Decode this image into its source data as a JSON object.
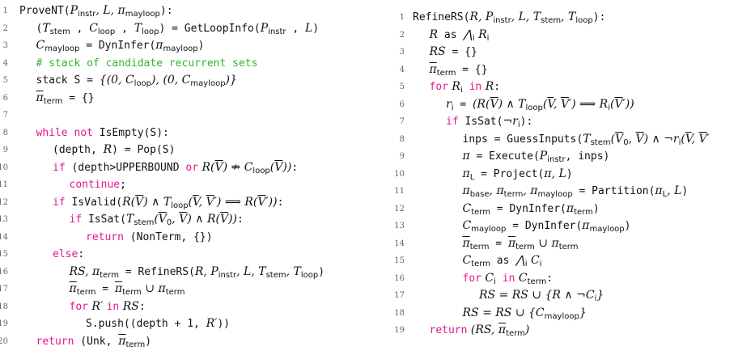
{
  "left": {
    "lines": [
      {
        "n": "1",
        "indent": 0,
        "seg": [
          [
            "t",
            "ProveNT("
          ],
          [
            "m",
            "P"
          ],
          [
            "s",
            "instr"
          ],
          [
            "m",
            ", L, π"
          ],
          [
            "s",
            "mayloop"
          ],
          [
            "t",
            "):"
          ]
        ]
      },
      {
        "n": "2",
        "indent": 1,
        "seg": [
          [
            "t",
            "("
          ],
          [
            "m",
            "T"
          ],
          [
            "s",
            "stem"
          ],
          [
            "t",
            " , "
          ],
          [
            "m",
            "C"
          ],
          [
            "s",
            "loop"
          ],
          [
            "t",
            " , "
          ],
          [
            "m",
            "T"
          ],
          [
            "s",
            "loop"
          ],
          [
            "t",
            ") = GetLoopInfo("
          ],
          [
            "m",
            "P"
          ],
          [
            "s",
            "instr"
          ],
          [
            "t",
            " , "
          ],
          [
            "m",
            "L"
          ],
          [
            "t",
            ")"
          ]
        ]
      },
      {
        "n": "3",
        "indent": 1,
        "seg": [
          [
            "m",
            "C"
          ],
          [
            "s",
            "mayloop"
          ],
          [
            "t",
            " = DynInfer("
          ],
          [
            "m",
            "π"
          ],
          [
            "s",
            "mayloop"
          ],
          [
            "t",
            ")"
          ]
        ]
      },
      {
        "n": "4",
        "indent": 1,
        "seg": [
          [
            "c",
            "# stack of candidate recurrent sets"
          ]
        ]
      },
      {
        "n": "5",
        "indent": 1,
        "seg": [
          [
            "t",
            "stack S = "
          ],
          [
            "m",
            "{(0, C"
          ],
          [
            "s",
            "loop"
          ],
          [
            "m",
            "), (0, C"
          ],
          [
            "s",
            "mayloop"
          ],
          [
            "m",
            ")}"
          ]
        ]
      },
      {
        "n": "6",
        "indent": 1,
        "seg": [
          [
            "mb",
            "π"
          ],
          [
            "s",
            "term"
          ],
          [
            "t",
            " = {}"
          ]
        ]
      },
      {
        "n": "7",
        "indent": 1,
        "seg": []
      },
      {
        "n": "8",
        "indent": 1,
        "seg": [
          [
            "k",
            "while not"
          ],
          [
            "t",
            " IsEmpty(S):"
          ]
        ]
      },
      {
        "n": "9",
        "indent": 2,
        "seg": [
          [
            "t",
            "(depth, "
          ],
          [
            "m",
            "R"
          ],
          [
            "t",
            ") = Pop(S)"
          ]
        ]
      },
      {
        "n": "10",
        "indent": 2,
        "seg": [
          [
            "k",
            "if"
          ],
          [
            "t",
            " (depth>UPPERBOUND "
          ],
          [
            "k",
            "or"
          ],
          [
            "m",
            " R("
          ],
          [
            "mb",
            "V"
          ],
          [
            "m",
            ") ⇏ C"
          ],
          [
            "s",
            "loop"
          ],
          [
            "m",
            "("
          ],
          [
            "mb",
            "V"
          ],
          [
            "m",
            "))"
          ],
          [
            "t",
            ":"
          ]
        ]
      },
      {
        "n": "11",
        "indent": 3,
        "seg": [
          [
            "k",
            "continue"
          ],
          [
            "t",
            ";"
          ]
        ]
      },
      {
        "n": "12",
        "indent": 2,
        "seg": [
          [
            "k",
            "if"
          ],
          [
            "t",
            " IsValid("
          ],
          [
            "m",
            "R("
          ],
          [
            "mb",
            "V"
          ],
          [
            "m",
            ") ∧ T"
          ],
          [
            "s",
            "loop"
          ],
          [
            "m",
            "("
          ],
          [
            "mb",
            "V"
          ],
          [
            "m",
            ", "
          ],
          [
            "mb",
            "V"
          ],
          [
            "m",
            "′) ⟹ R("
          ],
          [
            "mb",
            "V"
          ],
          [
            "m",
            "′))"
          ],
          [
            "t",
            ":"
          ]
        ]
      },
      {
        "n": "13",
        "indent": 3,
        "seg": [
          [
            "k",
            "if"
          ],
          [
            "t",
            " IsSat("
          ],
          [
            "m",
            "T"
          ],
          [
            "s",
            "stem"
          ],
          [
            "m",
            "("
          ],
          [
            "mb",
            "V"
          ],
          [
            "s",
            "0"
          ],
          [
            "m",
            ", "
          ],
          [
            "mb",
            "V"
          ],
          [
            "m",
            ") ∧ R("
          ],
          [
            "mb",
            "V"
          ],
          [
            "m",
            "))"
          ],
          [
            "t",
            ":"
          ]
        ]
      },
      {
        "n": "14",
        "indent": 4,
        "seg": [
          [
            "k",
            "return"
          ],
          [
            "t",
            " (NonTerm, {})"
          ]
        ]
      },
      {
        "n": "15",
        "indent": 2,
        "seg": [
          [
            "k",
            "else"
          ],
          [
            "t",
            ":"
          ]
        ]
      },
      {
        "n": "16",
        "indent": 3,
        "seg": [
          [
            "m",
            "RS, π"
          ],
          [
            "s",
            "term"
          ],
          [
            "t",
            " = RefineRS("
          ],
          [
            "m",
            "R, P"
          ],
          [
            "s",
            "instr"
          ],
          [
            "m",
            ", L, T"
          ],
          [
            "s",
            "stem"
          ],
          [
            "m",
            ", T"
          ],
          [
            "s",
            "loop"
          ],
          [
            "t",
            ")"
          ]
        ]
      },
      {
        "n": "17",
        "indent": 3,
        "seg": [
          [
            "mb",
            "π"
          ],
          [
            "s",
            "term"
          ],
          [
            "t",
            " = "
          ],
          [
            "mb",
            "π"
          ],
          [
            "s",
            "term"
          ],
          [
            "m",
            " ∪ π"
          ],
          [
            "s",
            "term"
          ]
        ]
      },
      {
        "n": "18",
        "indent": 3,
        "seg": [
          [
            "k",
            "for"
          ],
          [
            "m",
            " R′ "
          ],
          [
            "k",
            "in"
          ],
          [
            "m",
            " RS"
          ],
          [
            "t",
            ":"
          ]
        ]
      },
      {
        "n": "19",
        "indent": 4,
        "seg": [
          [
            "t",
            "S.push((depth + 1, "
          ],
          [
            "m",
            "R′"
          ],
          [
            "t",
            "))"
          ]
        ]
      },
      {
        "n": "20",
        "indent": 1,
        "seg": [
          [
            "k",
            "return"
          ],
          [
            "t",
            " (Unk, "
          ],
          [
            "mb",
            "π"
          ],
          [
            "s",
            "term"
          ],
          [
            "t",
            ")"
          ]
        ]
      }
    ]
  },
  "right": {
    "lines": [
      {
        "n": "1",
        "indent": 0,
        "seg": [
          [
            "t",
            "RefineRS("
          ],
          [
            "m",
            "R, P"
          ],
          [
            "s",
            "instr"
          ],
          [
            "m",
            ", L, T"
          ],
          [
            "s",
            "stem"
          ],
          [
            "m",
            ", T"
          ],
          [
            "s",
            "loop"
          ],
          [
            "t",
            "):"
          ]
        ]
      },
      {
        "n": "2",
        "indent": 1,
        "seg": [
          [
            "m",
            "R"
          ],
          [
            "t",
            " as "
          ],
          [
            "m",
            "⋀"
          ],
          [
            "s",
            "i"
          ],
          [
            "m",
            " R"
          ],
          [
            "s",
            "i"
          ]
        ]
      },
      {
        "n": "3",
        "indent": 1,
        "seg": [
          [
            "m",
            "RS"
          ],
          [
            "t",
            " = {}"
          ]
        ]
      },
      {
        "n": "4",
        "indent": 1,
        "seg": [
          [
            "mb",
            "π"
          ],
          [
            "s",
            "term"
          ],
          [
            "t",
            " = {}"
          ]
        ]
      },
      {
        "n": "5",
        "indent": 1,
        "seg": [
          [
            "k",
            "for"
          ],
          [
            "m",
            " R"
          ],
          [
            "s",
            "i"
          ],
          [
            "k",
            " in"
          ],
          [
            "m",
            " R"
          ],
          [
            "t",
            ":"
          ]
        ]
      },
      {
        "n": "6",
        "indent": 2,
        "seg": [
          [
            "m",
            "r"
          ],
          [
            "s",
            "i"
          ],
          [
            "t",
            " = "
          ],
          [
            "m",
            "(R("
          ],
          [
            "mb",
            "V"
          ],
          [
            "m",
            ") ∧ T"
          ],
          [
            "s",
            "loop"
          ],
          [
            "m",
            "("
          ],
          [
            "mb",
            "V"
          ],
          [
            "m",
            ", "
          ],
          [
            "mb",
            "V"
          ],
          [
            "m",
            "′) ⟹ R"
          ],
          [
            "s",
            "i"
          ],
          [
            "m",
            "("
          ],
          [
            "mb",
            "V"
          ],
          [
            "m",
            "′))"
          ]
        ]
      },
      {
        "n": "7",
        "indent": 2,
        "seg": [
          [
            "k",
            "if"
          ],
          [
            "t",
            " IsSat("
          ],
          [
            "m",
            "¬r"
          ],
          [
            "s",
            "i"
          ],
          [
            "t",
            "):"
          ]
        ]
      },
      {
        "n": "8",
        "indent": 3,
        "seg": [
          [
            "t",
            "inps = GuessInputs("
          ],
          [
            "m",
            "T"
          ],
          [
            "s",
            "stem"
          ],
          [
            "m",
            "("
          ],
          [
            "mb",
            "V"
          ],
          [
            "s",
            "0"
          ],
          [
            "m",
            ", "
          ],
          [
            "mb",
            "V"
          ],
          [
            "m",
            ") ∧ ¬r"
          ],
          [
            "s",
            "i"
          ],
          [
            "m",
            "("
          ],
          [
            "mb",
            "V"
          ],
          [
            "m",
            ", "
          ],
          [
            "mb",
            "V"
          ],
          [
            "m",
            "′"
          ]
        ]
      },
      {
        "n": "9",
        "indent": 3,
        "seg": [
          [
            "m",
            "π"
          ],
          [
            "t",
            " = Execute("
          ],
          [
            "m",
            "P"
          ],
          [
            "s",
            "instr"
          ],
          [
            "t",
            ", inps)"
          ]
        ]
      },
      {
        "n": "10",
        "indent": 3,
        "seg": [
          [
            "m",
            "π"
          ],
          [
            "s",
            "L"
          ],
          [
            "t",
            " = Project("
          ],
          [
            "m",
            "π, L"
          ],
          [
            "t",
            ")"
          ]
        ]
      },
      {
        "n": "11",
        "indent": 3,
        "seg": [
          [
            "m",
            "π"
          ],
          [
            "s",
            "base"
          ],
          [
            "m",
            ", π"
          ],
          [
            "s",
            "term"
          ],
          [
            "m",
            ", π"
          ],
          [
            "s",
            "mayloop"
          ],
          [
            "t",
            " = Partition("
          ],
          [
            "m",
            "π"
          ],
          [
            "s",
            "L"
          ],
          [
            "m",
            ", L"
          ],
          [
            "t",
            ")"
          ]
        ]
      },
      {
        "n": "12",
        "indent": 3,
        "seg": [
          [
            "m",
            "C"
          ],
          [
            "s",
            "term"
          ],
          [
            "t",
            " = DynInfer("
          ],
          [
            "m",
            "π"
          ],
          [
            "s",
            "term"
          ],
          [
            "t",
            ")"
          ]
        ]
      },
      {
        "n": "13",
        "indent": 3,
        "seg": [
          [
            "m",
            "C"
          ],
          [
            "s",
            "mayloop"
          ],
          [
            "t",
            " = DynInfer("
          ],
          [
            "m",
            "π"
          ],
          [
            "s",
            "mayloop"
          ],
          [
            "t",
            ")"
          ]
        ]
      },
      {
        "n": "14",
        "indent": 3,
        "seg": [
          [
            "mb",
            "π"
          ],
          [
            "s",
            "term"
          ],
          [
            "t",
            " = "
          ],
          [
            "mb",
            "π"
          ],
          [
            "s",
            "term"
          ],
          [
            "m",
            " ∪ π"
          ],
          [
            "s",
            "term"
          ]
        ]
      },
      {
        "n": "15",
        "indent": 3,
        "seg": [
          [
            "m",
            "C"
          ],
          [
            "s",
            "term"
          ],
          [
            "t",
            " as "
          ],
          [
            "m",
            "⋀"
          ],
          [
            "s",
            "i"
          ],
          [
            "m",
            " C"
          ],
          [
            "s",
            "i"
          ]
        ]
      },
      {
        "n": "16",
        "indent": 3,
        "seg": [
          [
            "k",
            "for"
          ],
          [
            "m",
            " C"
          ],
          [
            "s",
            "i"
          ],
          [
            "k",
            " in"
          ],
          [
            "m",
            " C"
          ],
          [
            "s",
            "term"
          ],
          [
            "t",
            ":"
          ]
        ]
      },
      {
        "n": "17",
        "indent": 4,
        "seg": [
          [
            "m",
            "RS = RS ∪ {R ∧ ¬C"
          ],
          [
            "s",
            "i"
          ],
          [
            "m",
            "}"
          ]
        ]
      },
      {
        "n": "18",
        "indent": 3,
        "seg": [
          [
            "m",
            "RS = RS ∪ {C"
          ],
          [
            "s",
            "mayloop"
          ],
          [
            "m",
            "}"
          ]
        ]
      },
      {
        "n": "19",
        "indent": 1,
        "seg": [
          [
            "k",
            "return"
          ],
          [
            "m",
            " (RS, "
          ],
          [
            "mb",
            "π"
          ],
          [
            "s",
            "term"
          ],
          [
            "m",
            ")"
          ]
        ]
      }
    ]
  }
}
